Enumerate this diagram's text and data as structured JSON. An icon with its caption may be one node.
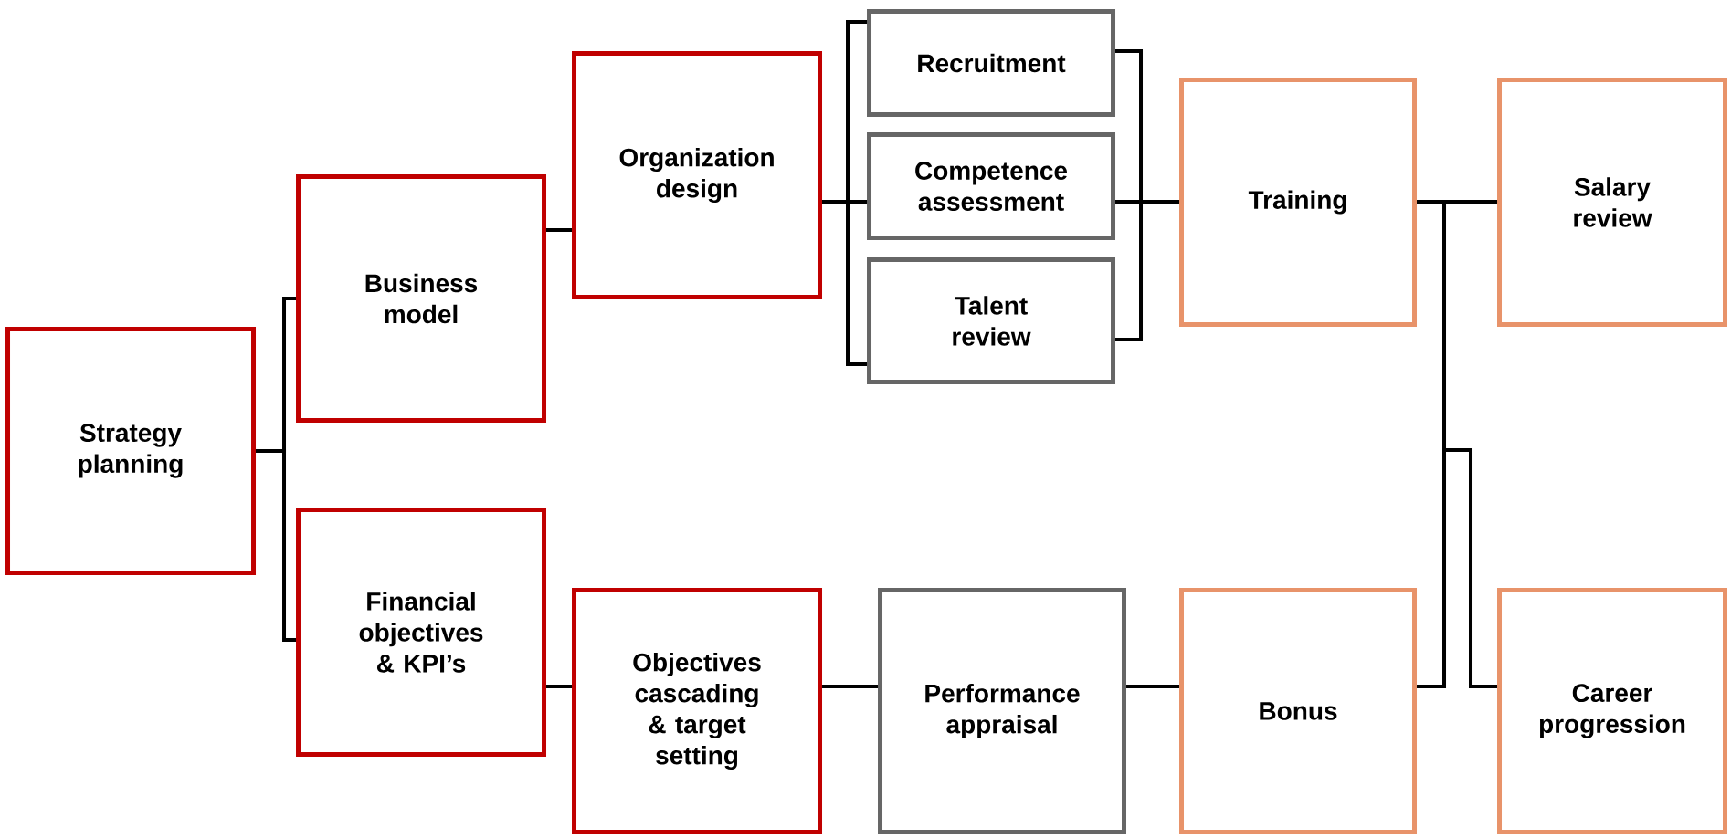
{
  "diagram": {
    "nodes": [
      {
        "text": [
          "Strategy planning"
        ]
      },
      {
        "text": [
          "Business model"
        ]
      },
      {
        "text": [
          "Financial objectives & KPI’s"
        ]
      },
      {
        "text": [
          "Organization design"
        ]
      },
      {
        "text": [
          "Objectives cascading & target setting"
        ]
      },
      {
        "text": [
          "Recruitment"
        ]
      },
      {
        "text": [
          "Competence assessment"
        ]
      },
      {
        "text": [
          "Talent review"
        ]
      },
      {
        "text": [
          "Performance appraisal"
        ]
      },
      {
        "text": [
          "Training"
        ]
      },
      {
        "text": [
          "Bonus"
        ]
      },
      {
        "text": [
          "Salary review"
        ]
      },
      {
        "text": [
          "Career progression"
        ]
      }
    ],
    "edges": [
      {
        "from": 0,
        "to": 1,
        "arrow": "none"
      },
      {
        "from": 0,
        "to": 2,
        "arrow": "none"
      },
      {
        "from": 1,
        "to": 3,
        "arrow": "none"
      },
      {
        "from": 2,
        "to": 4,
        "arrow": "none"
      },
      {
        "from": 3,
        "to": 5,
        "arrow": "none"
      },
      {
        "from": 3,
        "to": 6,
        "arrow": "none"
      },
      {
        "from": 3,
        "to": 7,
        "arrow": "none"
      },
      {
        "from": 5,
        "to": 9,
        "arrow": "none"
      },
      {
        "from": 6,
        "to": 9,
        "arrow": "none"
      },
      {
        "from": 7,
        "to": 9,
        "arrow": "none"
      },
      {
        "from": 4,
        "to": 8,
        "arrow": "none"
      },
      {
        "from": 8,
        "to": 10,
        "arrow": "none"
      },
      {
        "from": 9,
        "to": 11,
        "arrow": "none"
      },
      {
        "from": 9,
        "to": 12,
        "arrow": "none"
      },
      {
        "from": 10,
        "to": 11,
        "arrow": "none"
      },
      {
        "from": 10,
        "to": 12,
        "arrow": "none"
      }
    ]
  }
}
